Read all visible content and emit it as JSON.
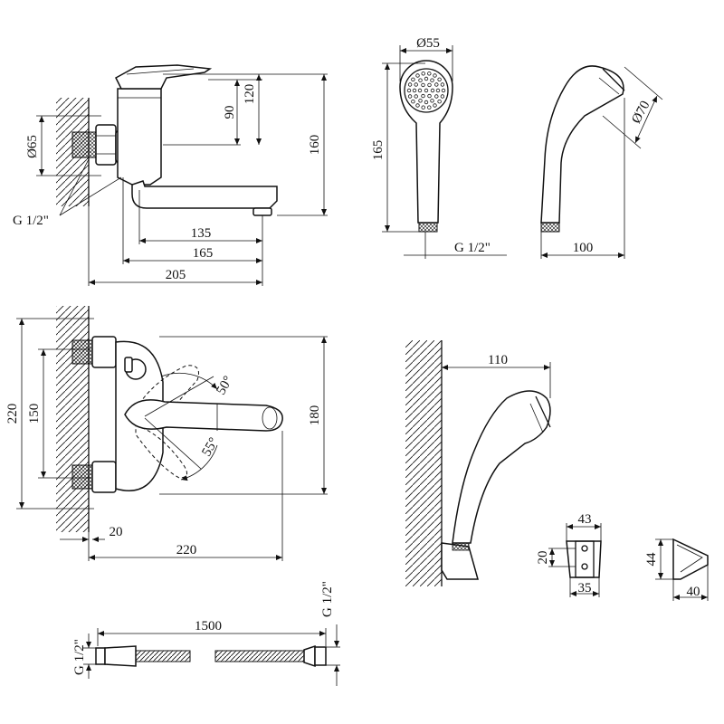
{
  "dimensions": {
    "side_view": {
      "d_wall_flange": "Ø65",
      "thread": "G 1/2\"",
      "h_90": "90",
      "h_120": "120",
      "h_160": "160",
      "l_135": "135",
      "l_165": "165",
      "l_205": "205"
    },
    "shower_head_front": {
      "d_head": "Ø55",
      "length": "165",
      "thread": "G 1/2\""
    },
    "shower_head_side": {
      "d_head": "Ø70",
      "length": "100"
    },
    "front_view": {
      "h_220": "220",
      "h_150": "150",
      "h_180": "180",
      "w_20": "20",
      "w_220": "220",
      "angle_50": "50°",
      "angle_55": "55°"
    },
    "wall_mount": {
      "reach": "110"
    },
    "holder": {
      "w_top": "43",
      "h_20": "20",
      "w_bottom": "35",
      "h_44": "44",
      "d_40": "40"
    },
    "hose": {
      "length": "1500",
      "thread_left": "G 1/2\"",
      "thread_right": "G 1/2\""
    }
  }
}
